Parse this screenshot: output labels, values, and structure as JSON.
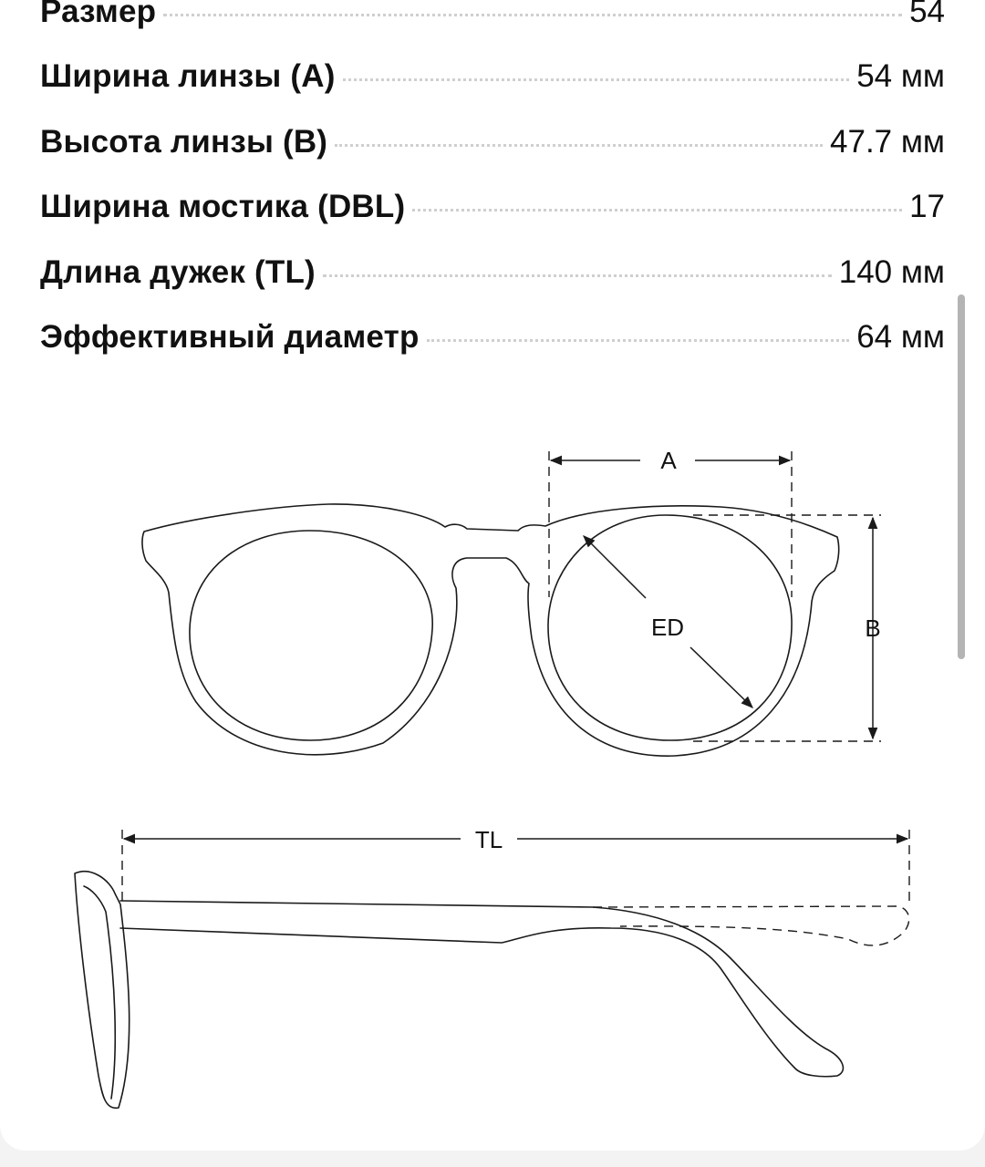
{
  "specs": [
    {
      "label": "Размер",
      "value": "54"
    },
    {
      "label": "Ширина линзы (A)",
      "value": "54 мм"
    },
    {
      "label": "Высота линзы (B)",
      "value": "47.7 мм"
    },
    {
      "label": "Ширина мостика (DBL)",
      "value": "17"
    },
    {
      "label": "Длина дужек (TL)",
      "value": "140 мм"
    },
    {
      "label": "Эффективный диаметр",
      "value": "64 мм"
    }
  ],
  "diagram": {
    "front": {
      "label_a": "A",
      "label_b": "B",
      "label_ed": "ED"
    },
    "side": {
      "label_tl": "TL"
    }
  },
  "colors": {
    "line": "#1a1a1a",
    "dots": "#cfcfcf",
    "scrollbar": "#b4b4b4",
    "background": "#ffffff"
  }
}
